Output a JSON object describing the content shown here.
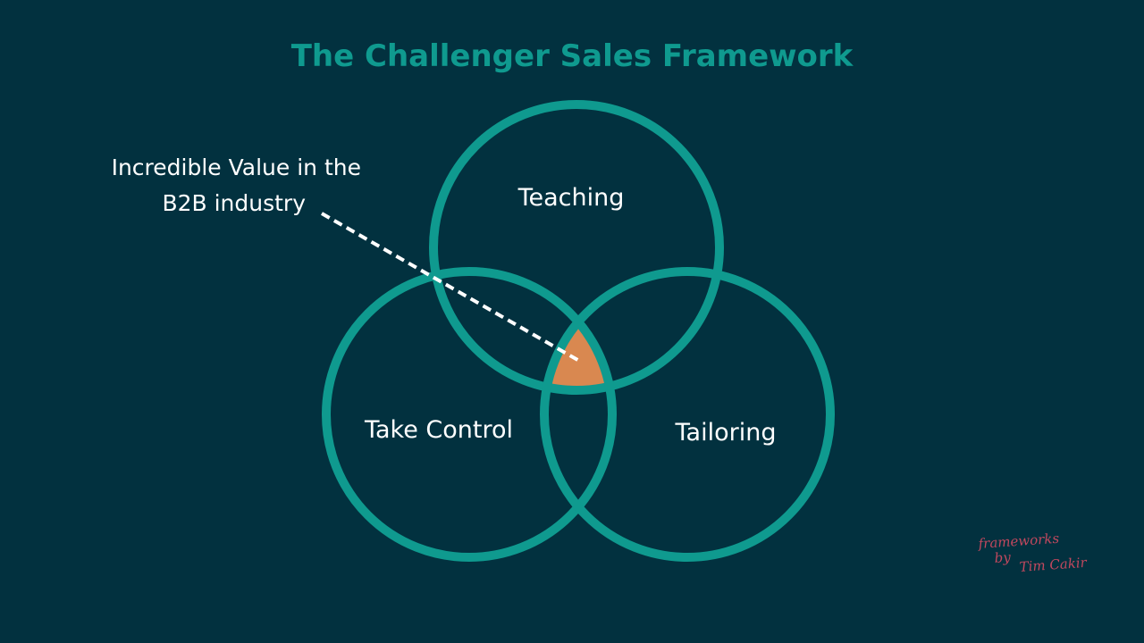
{
  "title": "The Challenger Sales Framework",
  "colors": {
    "background": "#02313f",
    "title": "#0f9a8f",
    "ring": "#0f9a8f",
    "overlap": "#d98850",
    "label": "#ffffff",
    "signature": "#c2485e"
  },
  "circles": {
    "teaching": "Teaching",
    "take_control": "Take Control",
    "tailoring": "Tailoring"
  },
  "callout": {
    "line1": "Incredible Value in the",
    "line2": "B2B industry"
  },
  "signature": {
    "line1": "frameworks",
    "line2": "by",
    "line3": "Tim Cakir"
  }
}
